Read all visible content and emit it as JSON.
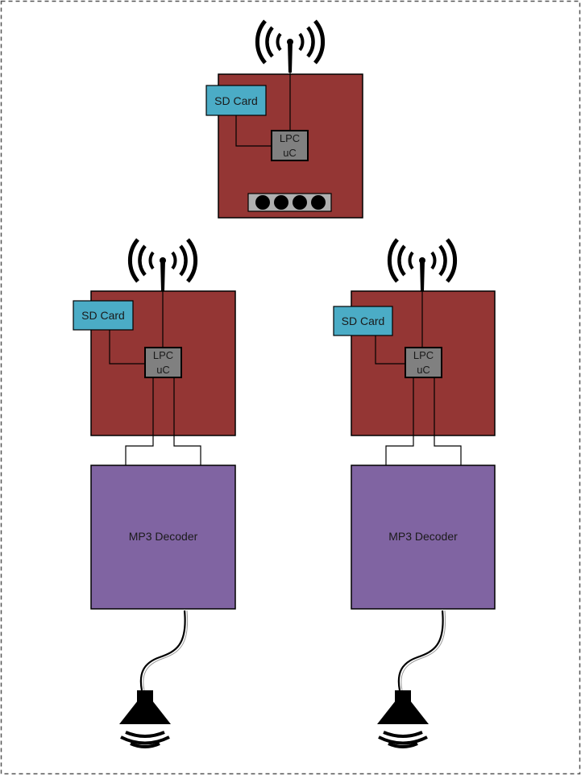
{
  "labels": {
    "sd_card": "SD Card",
    "lpc_line1": "LPC",
    "lpc_line2": "uC",
    "mp3_decoder": "MP3 Decoder"
  },
  "colors": {
    "board": "#943634",
    "sd_card": "#4bacc6",
    "chip": "#808080",
    "decoder": "#8064a2",
    "line": "#000000",
    "border_dash": "#555555"
  },
  "icons": {
    "antenna": "antenna-icon",
    "speaker": "speaker-icon",
    "connector": "connector-icon"
  }
}
